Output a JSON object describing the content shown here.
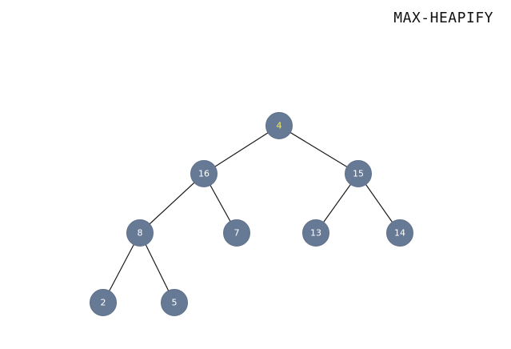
{
  "title": "MAX-HEAPIFY",
  "colors": {
    "node_fill": "#667a96",
    "label": "#ffffff",
    "highlight_label": "#f2ec6b",
    "edge": "#1a1a1a"
  },
  "tree": {
    "nodes": [
      {
        "id": "n1",
        "label": "4",
        "highlight": true
      },
      {
        "id": "n2",
        "label": "16",
        "highlight": false
      },
      {
        "id": "n3",
        "label": "15",
        "highlight": false
      },
      {
        "id": "n4",
        "label": "8",
        "highlight": false
      },
      {
        "id": "n5",
        "label": "7",
        "highlight": false
      },
      {
        "id": "n6",
        "label": "13",
        "highlight": false
      },
      {
        "id": "n7",
        "label": "14",
        "highlight": false
      },
      {
        "id": "n8",
        "label": "2",
        "highlight": false
      },
      {
        "id": "n9",
        "label": "5",
        "highlight": false
      }
    ],
    "edges": [
      [
        "n1",
        "n2"
      ],
      [
        "n1",
        "n3"
      ],
      [
        "n2",
        "n4"
      ],
      [
        "n2",
        "n5"
      ],
      [
        "n3",
        "n6"
      ],
      [
        "n3",
        "n7"
      ],
      [
        "n4",
        "n8"
      ],
      [
        "n4",
        "n9"
      ]
    ]
  }
}
